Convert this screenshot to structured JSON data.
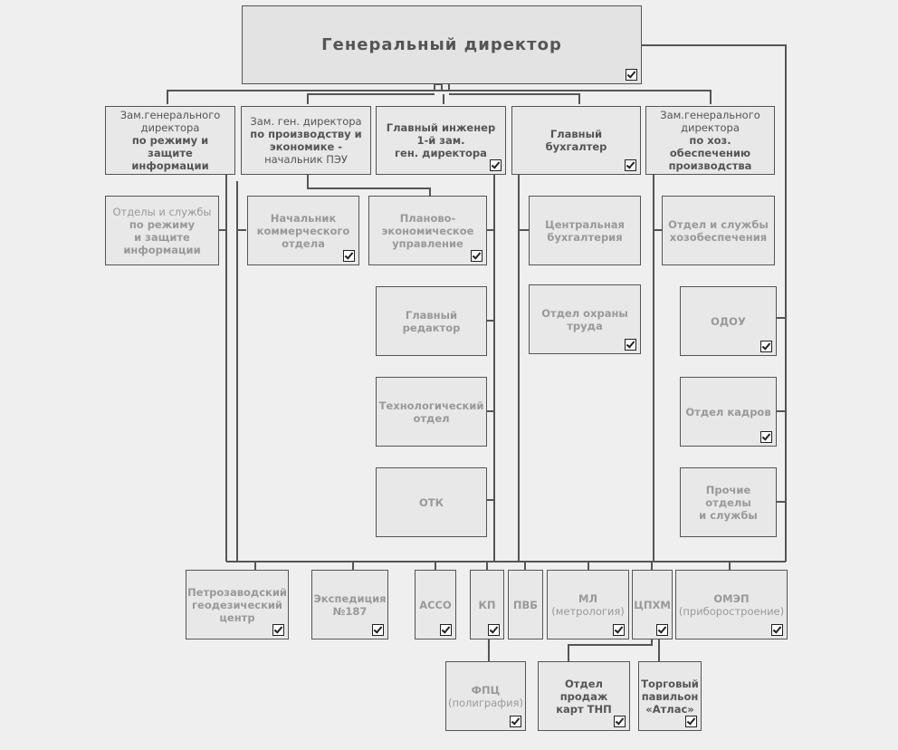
{
  "ceo": {
    "title": "Генеральный директор"
  },
  "deputies": [
    {
      "lines": [
        "Зам.генерального",
        "директора",
        "по режиму и защите",
        "информации"
      ]
    },
    {
      "lines": [
        "Зам. ген. директора",
        "по производству и",
        "экономике -",
        "начальник ПЭУ"
      ]
    },
    {
      "lines": [
        "Главный инженер",
        "1-й зам.",
        "ген. директора"
      ]
    },
    {
      "lines": [
        "Главный",
        "бухгалтер"
      ]
    },
    {
      "lines": [
        "Зам.генерального",
        "директора",
        "по хоз. обеспечению",
        "производства"
      ]
    }
  ],
  "units": {
    "security_depts": [
      "Отделы и службы",
      "по режиму",
      "и защите",
      "информации"
    ],
    "commercial": [
      "Начальник",
      "коммерческого",
      "отдела"
    ],
    "planning": [
      "Планово-",
      "экономическое",
      "управление"
    ],
    "chief_editor": [
      "Главный",
      "редактор"
    ],
    "tech_dept": [
      "Технологический",
      "отдел"
    ],
    "otk": [
      "ОТК"
    ],
    "central_accounting": [
      "Центральная",
      "бухгалтерия"
    ],
    "labor_safety": [
      "Отдел охраны",
      "труда"
    ],
    "household": [
      "Отдел  и службы",
      "хозобеспечения"
    ],
    "odou": [
      "ОДОУ"
    ],
    "hr": [
      "Отдел кадров"
    ],
    "other": [
      "Прочие отделы",
      "и службы"
    ]
  },
  "bottom": {
    "pgc": [
      "Петрозаводский",
      "геодезический",
      "центр"
    ],
    "exp": [
      "Экспедиция",
      "№187"
    ],
    "asso": [
      "АССО"
    ],
    "kp": [
      "КП"
    ],
    "pvb": [
      "ПВБ"
    ],
    "ml": [
      "МЛ",
      "(метрология)"
    ],
    "cphm": [
      "ЦПХМ"
    ],
    "omep": [
      "ОМЭП",
      "(приборостроение)"
    ],
    "fpc": [
      "ФПЦ",
      "(полиграфия)"
    ],
    "sales": [
      "Отдел продаж",
      "карт ТНП"
    ],
    "pavilion": [
      "Торговый",
      "павильон",
      "«Атлас»"
    ]
  }
}
